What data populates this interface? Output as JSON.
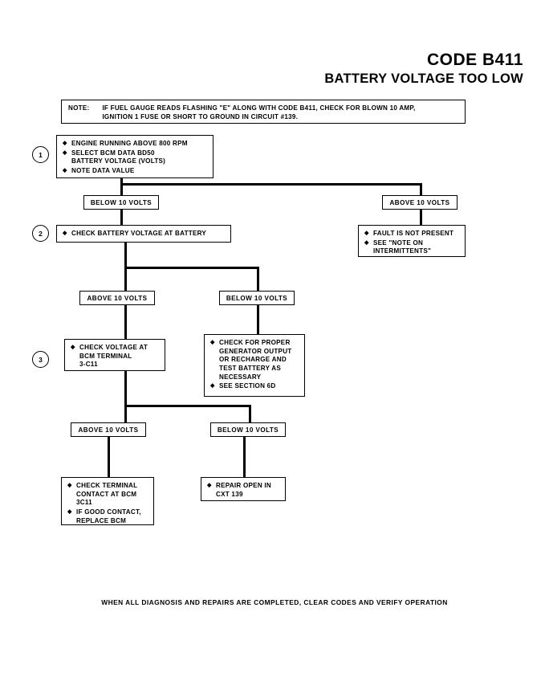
{
  "title": {
    "code": "CODE B411",
    "description": "BATTERY VOLTAGE TOO LOW"
  },
  "note": {
    "label": "NOTE:",
    "line1": "IF FUEL GAUGE READS FLASHING \"E\" ALONG WITH CODE B411, CHECK FOR BLOWN 10 AMP,",
    "line2": "IGNITION 1 FUSE OR SHORT TO GROUND IN CIRCUIT #139."
  },
  "steps": {
    "one": "1",
    "two": "2",
    "three": "3"
  },
  "step1": {
    "b1": "ENGINE RUNNING ABOVE 800 RPM",
    "b2_l1": "SELECT BCM DATA BD50",
    "b2_l2": "BATTERY VOLTAGE (VOLTS)",
    "b3": "NOTE DATA VALUE"
  },
  "branch1": {
    "left": "BELOW 10 VOLTS",
    "right": "ABOVE 10 VOLTS"
  },
  "step2": {
    "left_b1": "CHECK BATTERY VOLTAGE AT BATTERY",
    "right_b1": "FAULT IS NOT PRESENT",
    "right_b2_l1": "SEE \"NOTE ON",
    "right_b2_l2": "INTERMITTENTS\""
  },
  "branch2": {
    "left": "ABOVE 10 VOLTS",
    "right": "BELOW 10 VOLTS"
  },
  "step3": {
    "left_b1_l1": "CHECK VOLTAGE AT",
    "left_b1_l2": "BCM TERMINAL",
    "left_b1_l3": "3-C11",
    "right_b1_l1": "CHECK FOR PROPER",
    "right_b1_l2": "GENERATOR OUTPUT",
    "right_b1_l3": "OR RECHARGE AND",
    "right_b1_l4": "TEST BATTERY AS",
    "right_b1_l5": "NECESSARY",
    "right_b2": "SEE SECTION 6D"
  },
  "branch3": {
    "left": "ABOVE 10 VOLTS",
    "right": "BELOW 10 VOLTS"
  },
  "results": {
    "left_b1_l1": "CHECK TERMINAL",
    "left_b1_l2": "CONTACT AT BCM",
    "left_b1_l3": "3C11",
    "left_b2_l1": "IF GOOD CONTACT,",
    "left_b2_l2": "REPLACE BCM",
    "right_b1_l1": "REPAIR OPEN IN",
    "right_b1_l2": "CXT 139"
  },
  "footer": "WHEN ALL DIAGNOSIS AND REPAIRS ARE COMPLETED, CLEAR CODES AND VERIFY OPERATION",
  "bullet_glyph": "◆"
}
